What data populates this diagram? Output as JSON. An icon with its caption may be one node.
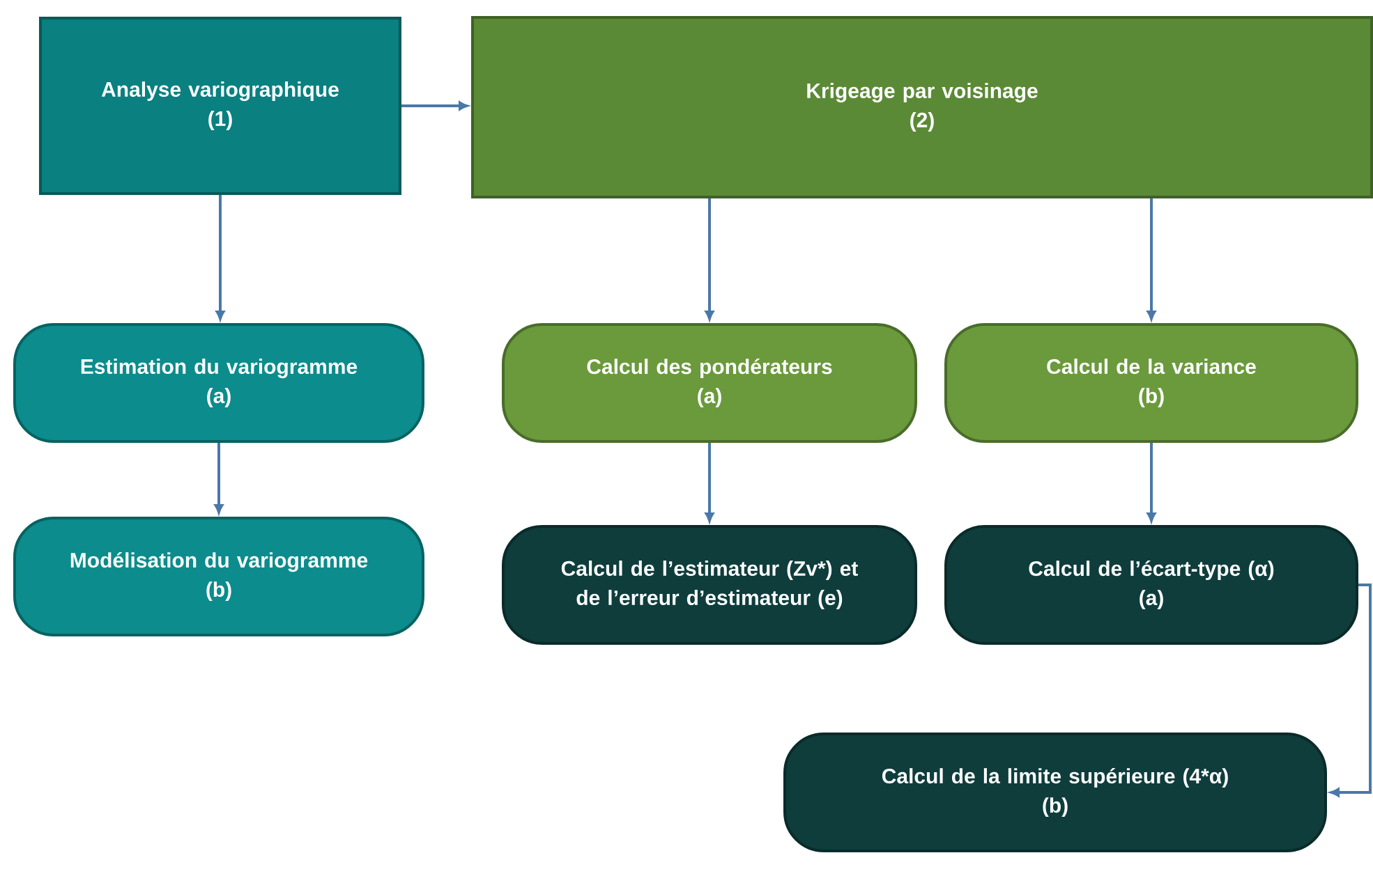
{
  "diagram": {
    "nodes": [
      {
        "text": [
          "Analyse variographique",
          "(1)"
        ]
      },
      {
        "text": [
          "Krigeage par voisinage",
          "(2)"
        ]
      },
      {
        "text": [
          "Estimation du variogramme",
          "(a)"
        ]
      },
      {
        "text": [
          "Modélisation du variogramme",
          "(b)"
        ]
      },
      {
        "text": [
          "Calcul des pondérateurs",
          "(a)"
        ]
      },
      {
        "text": [
          "Calcul de la variance",
          "(b)"
        ]
      },
      {
        "text": [
          "Calcul de l’estimateur (Zv*) et de l’erreur d’estimateur (e)"
        ]
      },
      {
        "text": [
          "Calcul de l’écart-type (α)",
          "(a)"
        ]
      },
      {
        "text": [
          "Calcul de la limite supérieure  (4*α)",
          "(b)"
        ]
      }
    ],
    "edges": [
      {
        "from": 0,
        "to": 1,
        "arrow": "to"
      },
      {
        "from": 0,
        "to": 2,
        "arrow": "to"
      },
      {
        "from": 2,
        "to": 3,
        "arrow": "to"
      },
      {
        "from": 1,
        "to": 4,
        "arrow": "to"
      },
      {
        "from": 1,
        "to": 5,
        "arrow": "to"
      },
      {
        "from": 4,
        "to": 6,
        "arrow": "to"
      },
      {
        "from": 5,
        "to": 7,
        "arrow": "to"
      },
      {
        "from": 7,
        "to": 8,
        "arrow": "to"
      }
    ]
  }
}
